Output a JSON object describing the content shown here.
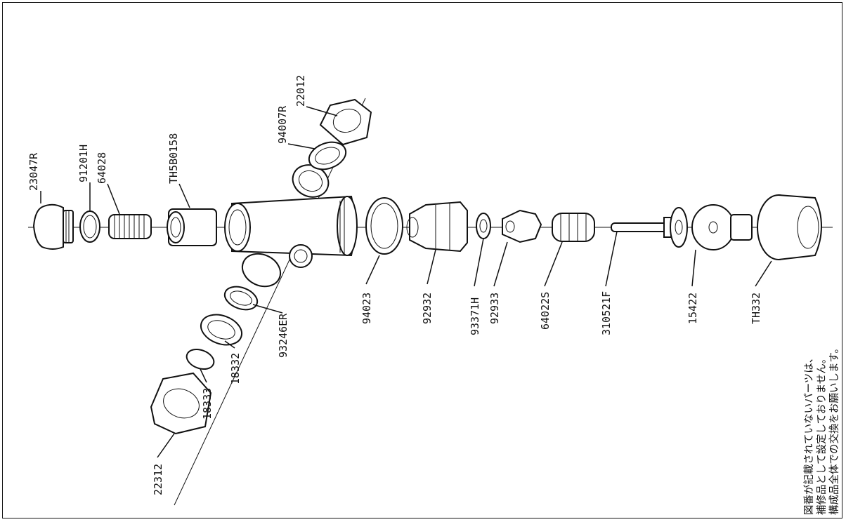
{
  "labels": {
    "l23047R": "23047R",
    "l91201H": "91201H",
    "l64028": "64028",
    "lTH5B0158": "TH5B0158",
    "l94007R": "94007R",
    "l22012": "22012",
    "l94023": "94023",
    "l92932": "92932",
    "l93371H": "93371H",
    "l92933": "92933",
    "l64022S": "64022S",
    "l310521F": "310521F",
    "l15422": "15422",
    "lTH332": "TH332",
    "l93246ER": "93246ER",
    "l18332": "18332",
    "l18333": "18333",
    "l22312": "22312"
  },
  "note": {
    "line1": "図番が記載されていないパーツは、",
    "line2": "補修品として設定しておりません。",
    "line3": "構成品全体での交換をお願いします。"
  }
}
